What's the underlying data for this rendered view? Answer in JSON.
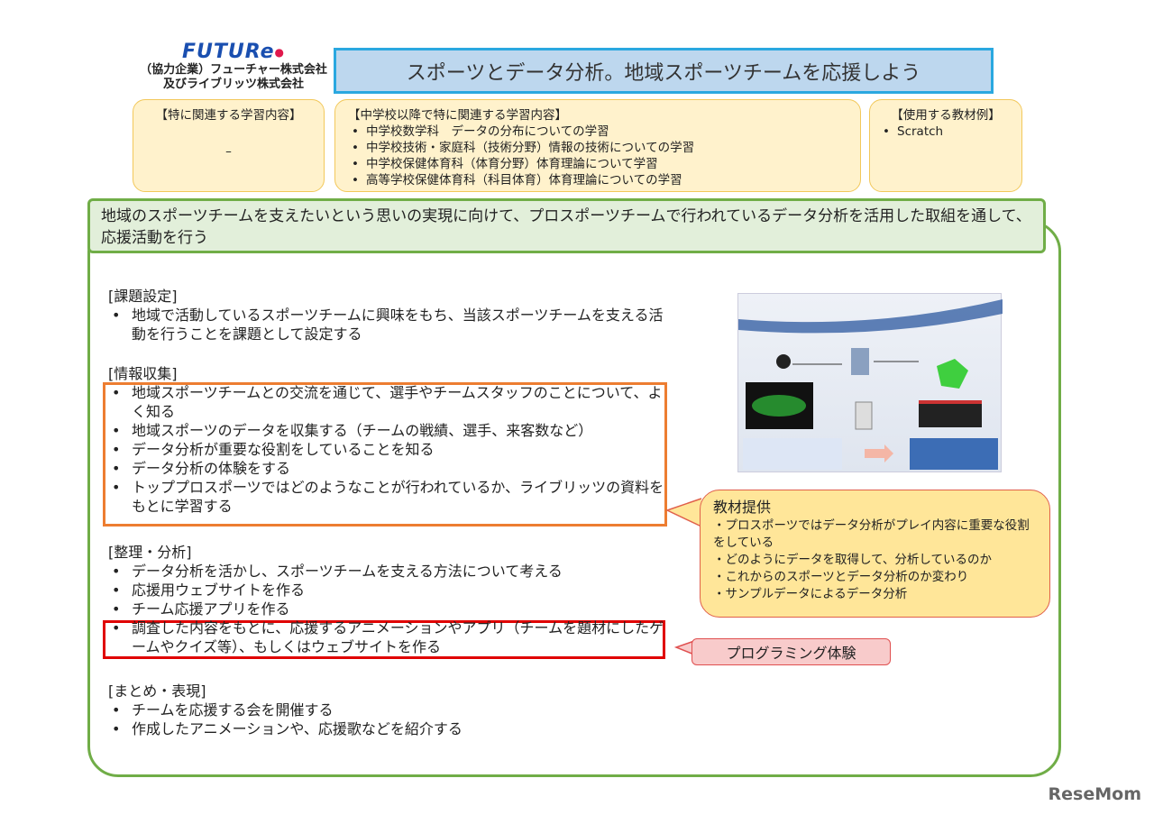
{
  "logo": {
    "brand": "FUTURe",
    "company_line1": "（協力企業）フューチャー株式会社",
    "company_line2": "及びライブリッツ株式会社"
  },
  "title": "スポーツとデータ分析。地域スポーツチームを応援しよう",
  "box_related": {
    "heading": "【特に関連する学習内容】",
    "value": "–"
  },
  "box_junior": {
    "heading": "【中学校以降で特に関連する学習内容】",
    "items": [
      "中学校数学科　データの分布についての学習",
      "中学校技術・家庭科（技術分野）情報の技術についての学習",
      "中学校保健体育科（体育分野）体育理論について学習",
      "高等学校保健体育科（科目体育）体育理論についての学習"
    ]
  },
  "box_materials": {
    "heading": "【使用する教材例】",
    "items": [
      "Scratch"
    ]
  },
  "goal": "地域のスポーツチームを支えたいという思いの実現に向けて、プロスポーツチームで行われているデータ分析を活用した取組を通して、応援活動を行う",
  "sections": [
    {
      "heading": "[課題設定]",
      "items": [
        "地域で活動しているスポーツチームに興味をもち、当該スポーツチームを支える活動を行うことを課題として設定する"
      ]
    },
    {
      "heading": "[情報収集]",
      "items": [
        "地域スポーツチームとの交流を通じて、選手やチームスタッフのことについて、よく知る",
        "地域スポーツのデータを収集する（チームの戦績、選手、来客数など）",
        "データ分析が重要な役割をしていることを知る",
        "データ分析の体験をする",
        "トッププロスポーツではどのようなことが行われているか、ライブリッツの資料をもとに学習する"
      ]
    },
    {
      "heading": "[整理・分析]",
      "items": [
        "データ分析を活かし、スポーツチームを支える方法について考える",
        "応援用ウェブサイトを作る",
        "チーム応援アプリを作る",
        "調査した内容をもとに、応援するアニメーションやアプリ（チームを題材にしたゲームやクイズ等）、もしくはウェブサイトを作る"
      ]
    },
    {
      "heading": "[まとめ・表現]",
      "items": [
        "チームを応援する会を開催する",
        "作成したアニメーションや、応援歌などを紹介する"
      ]
    }
  ],
  "callout": {
    "heading": "教材提供",
    "items": [
      "・プロスポーツではデータ分析がプレイ内容に重要な役割をしている",
      "・どのようにデータを取得して、分析しているのか",
      "・これからのスポーツとデータ分析のか変わり",
      "・サンプルデータによるデータ分析"
    ]
  },
  "programming_label": "プログラミング体験",
  "watermark": "ReseMom"
}
